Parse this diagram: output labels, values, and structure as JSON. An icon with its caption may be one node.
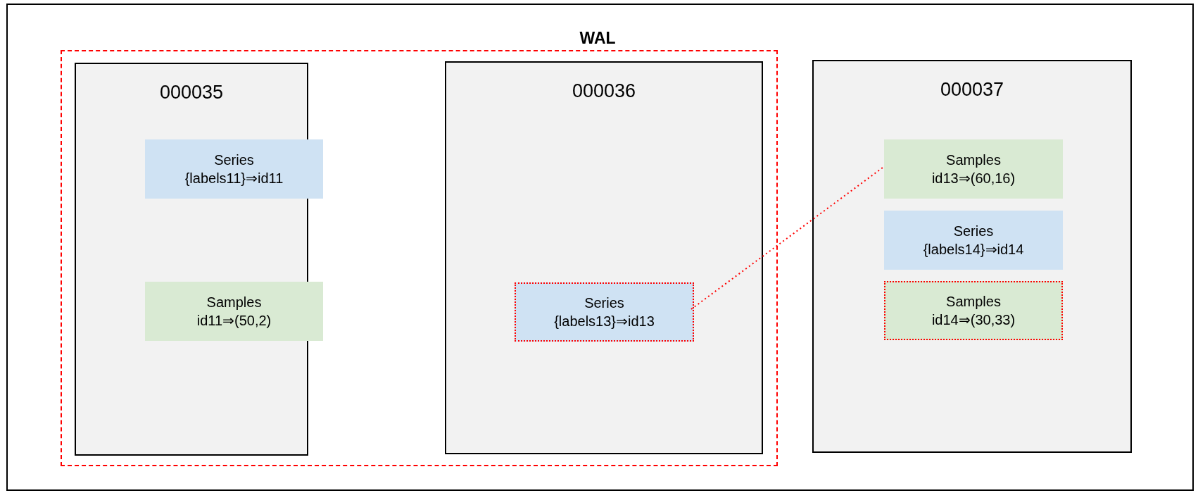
{
  "diagram": {
    "nodes": [
      {
        "text": [
          "WAL"
        ]
      },
      {
        "text": [
          "000035"
        ],
        "in": 0
      },
      {
        "text": [
          "Series",
          "{labels11}⇒id11"
        ],
        "in": 0
      },
      {
        "text": [
          "Samples",
          "id11⇒(50,2)"
        ],
        "in": 0
      },
      {
        "text": [
          "000036"
        ],
        "in": 0
      },
      {
        "text": [
          "Series",
          "{labels13}⇒id13"
        ],
        "in": 4
      },
      {
        "text": [
          "000037"
        ]
      },
      {
        "text": [
          "Samples",
          "id13⇒(60,16)"
        ],
        "in": 6
      },
      {
        "text": [
          "Series",
          "{labels14}⇒id14"
        ],
        "in": 6
      },
      {
        "text": [
          "Samples",
          "id14⇒(30,33)"
        ],
        "in": 6
      }
    ],
    "edges": [
      {
        "from": 5,
        "to": 7,
        "arrow": "none",
        "style": "dashed",
        "color": "#ff0000"
      }
    ]
  }
}
